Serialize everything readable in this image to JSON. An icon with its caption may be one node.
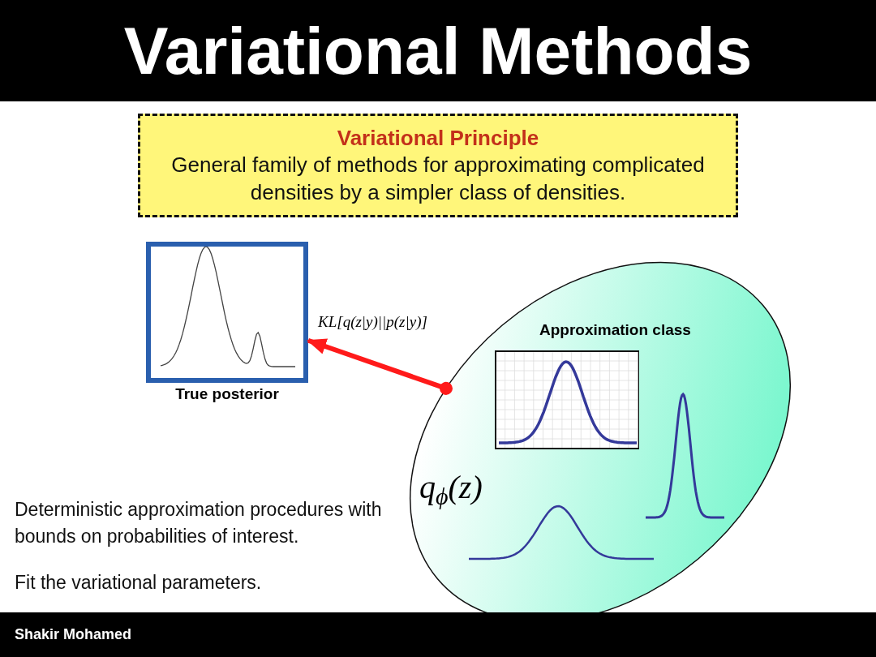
{
  "diagram": {
    "title": "Variational Methods",
    "nodes": [
      {
        "text": [
          "Variational Principle",
          "General family of methods for approximating complicated densities by a simpler class of densities."
        ]
      },
      {
        "text": [],
        "shape": "box",
        "beside": [
          "True posterior"
        ]
      },
      {
        "text": [
          "Approximation class",
          "q$_{ϕ}$(z)"
        ]
      }
    ],
    "edges": [
      {
        "from": 2,
        "to": 1,
        "arrow": "to",
        "label": "KL[q(z|y)||p(z|y)]",
        "color": "#ff1a1a"
      }
    ],
    "labels": [
      "Deterministic approximation procedures with bounds on probabilities of interest.",
      "Fit the variational parameters.",
      "Shakir Mohamed"
    ]
  }
}
